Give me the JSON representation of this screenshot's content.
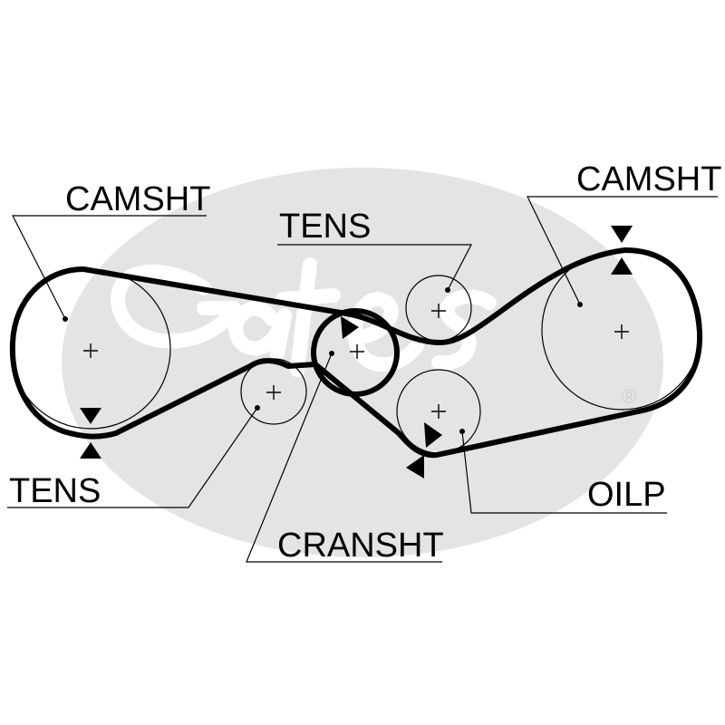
{
  "diagram": {
    "labels": {
      "camsht_left": "CAMSHT",
      "camsht_right": "CAMSHT",
      "tens_top": "TENS",
      "tens_left": "TENS",
      "cransht": "CRANSHT",
      "oilp": "OILP"
    },
    "colors": {
      "line": "#000000",
      "watermark": "#e4e4e4",
      "background": "#ffffff"
    },
    "watermark_brand": "Gates",
    "watermark_mark": "®"
  }
}
